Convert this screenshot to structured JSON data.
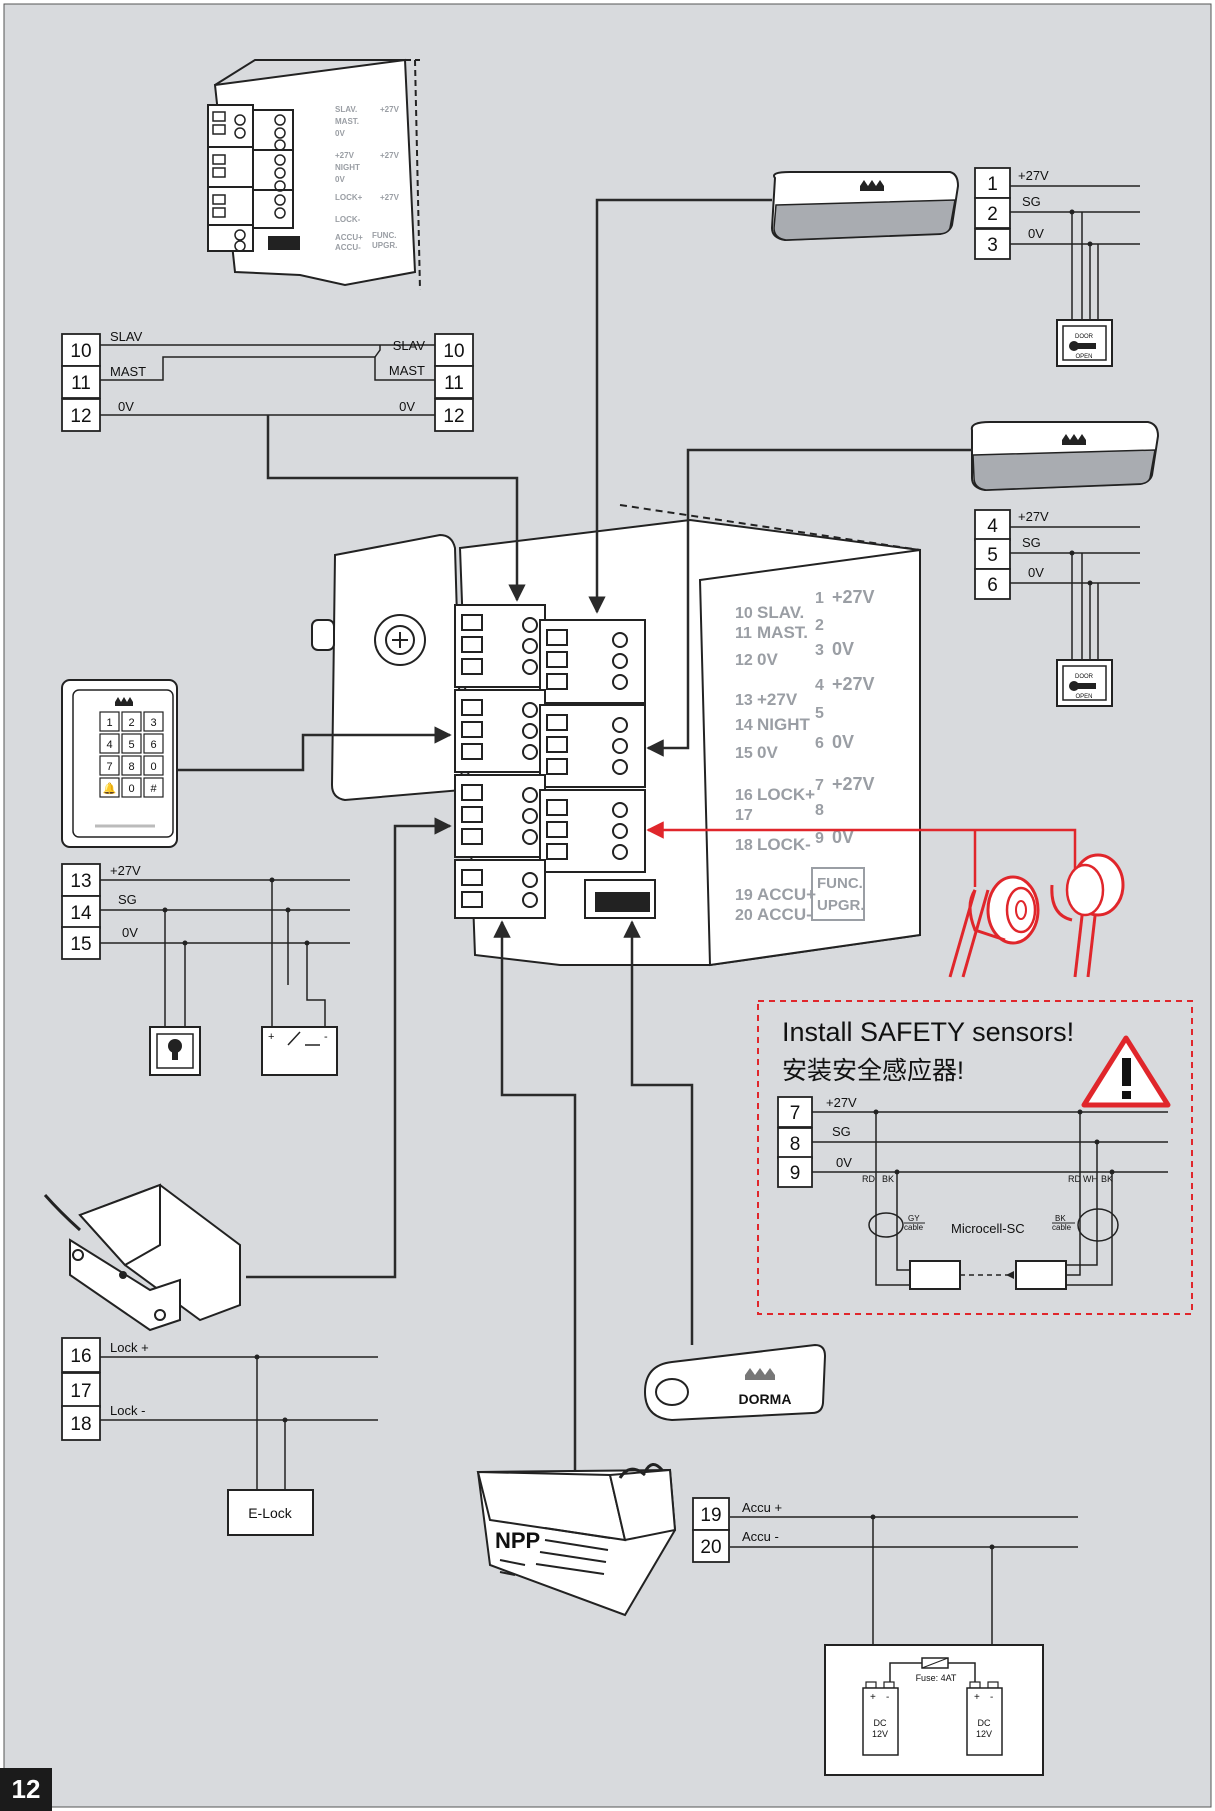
{
  "page_number": "12",
  "colors": {
    "background": "#d8dadd",
    "wire": "#2a2a2a",
    "safety": "#e0262b"
  },
  "main_module": {
    "terminals": {
      "block_a": [
        {
          "num": "10",
          "label": "SLAV."
        },
        {
          "num": "11",
          "label": "MAST."
        },
        {
          "num": "12",
          "label": "0V"
        },
        {
          "num": "13",
          "label": "+27V"
        },
        {
          "num": "14",
          "label": "NIGHT"
        },
        {
          "num": "15",
          "label": "0V"
        },
        {
          "num": "16",
          "label": "LOCK+"
        },
        {
          "num": "17",
          "label": ""
        },
        {
          "num": "18",
          "label": "LOCK-"
        },
        {
          "num": "19",
          "label": "ACCU+"
        },
        {
          "num": "20",
          "label": "ACCU-"
        }
      ],
      "block_b": [
        {
          "num": "1",
          "label": "+27V"
        },
        {
          "num": "2",
          "label": ""
        },
        {
          "num": "3",
          "label": "0V"
        },
        {
          "num": "4",
          "label": "+27V"
        },
        {
          "num": "5",
          "label": ""
        },
        {
          "num": "6",
          "label": "0V"
        },
        {
          "num": "7",
          "label": "+27V"
        },
        {
          "num": "8",
          "label": ""
        },
        {
          "num": "9",
          "label": "0V"
        }
      ],
      "func_label": "FUNC.",
      "upgr_label": "UPGR."
    }
  },
  "slave_master": {
    "left": [
      {
        "num": "10",
        "sig": "SLAV"
      },
      {
        "num": "11",
        "sig": "MAST"
      },
      {
        "num": "12",
        "sig": "0V"
      }
    ],
    "right": [
      {
        "num": "10",
        "sig": "SLAV"
      },
      {
        "num": "11",
        "sig": "MAST"
      },
      {
        "num": "12",
        "sig": "0V"
      }
    ]
  },
  "sensor_top": {
    "rows": [
      {
        "num": "1",
        "sig": "+27V"
      },
      {
        "num": "2",
        "sig": "SG"
      },
      {
        "num": "3",
        "sig": "0V"
      }
    ],
    "switch_text": [
      "DOOR",
      "OPEN"
    ]
  },
  "sensor_mid": {
    "rows": [
      {
        "num": "4",
        "sig": "+27V"
      },
      {
        "num": "5",
        "sig": "SG"
      },
      {
        "num": "6",
        "sig": "0V"
      }
    ],
    "switch_text": [
      "DOOR",
      "OPEN"
    ]
  },
  "keypad": {
    "keys": [
      "1",
      "2",
      "3",
      "4",
      "5",
      "6",
      "7",
      "8",
      "0",
      "🔔",
      "0",
      "#"
    ]
  },
  "night_block": {
    "rows": [
      {
        "num": "13",
        "sig": "+27V"
      },
      {
        "num": "14",
        "sig": "SG"
      },
      {
        "num": "15",
        "sig": "0V"
      }
    ]
  },
  "safety": {
    "title_en": "Install SAFETY sensors!",
    "title_zh": "安装安全感应器!",
    "rows": [
      {
        "num": "7",
        "sig": "+27V"
      },
      {
        "num": "8",
        "sig": "SG"
      },
      {
        "num": "9",
        "sig": "0V"
      }
    ],
    "wire_left": [
      "RD",
      "BK"
    ],
    "wire_right": [
      "RD",
      "WH",
      "BK"
    ],
    "gy_cable": [
      "GY",
      "cable"
    ],
    "bk_cable": [
      "BK",
      "cable"
    ],
    "device": "Microcell-SC"
  },
  "lock_block": {
    "rows": [
      {
        "num": "16",
        "sig": "Lock +"
      },
      {
        "num": "17",
        "sig": ""
      },
      {
        "num": "18",
        "sig": "Lock -"
      }
    ],
    "device": "E-Lock"
  },
  "usb": {
    "brand": "DORMA"
  },
  "battery": {
    "brand": "NPP"
  },
  "accu_block": {
    "rows": [
      {
        "num": "19",
        "sig": "Accu +"
      },
      {
        "num": "20",
        "sig": "Accu -"
      }
    ],
    "fuse": "Fuse: 4AT",
    "cell": [
      "DC",
      "12V"
    ],
    "polarity": [
      "+",
      "-"
    ]
  }
}
